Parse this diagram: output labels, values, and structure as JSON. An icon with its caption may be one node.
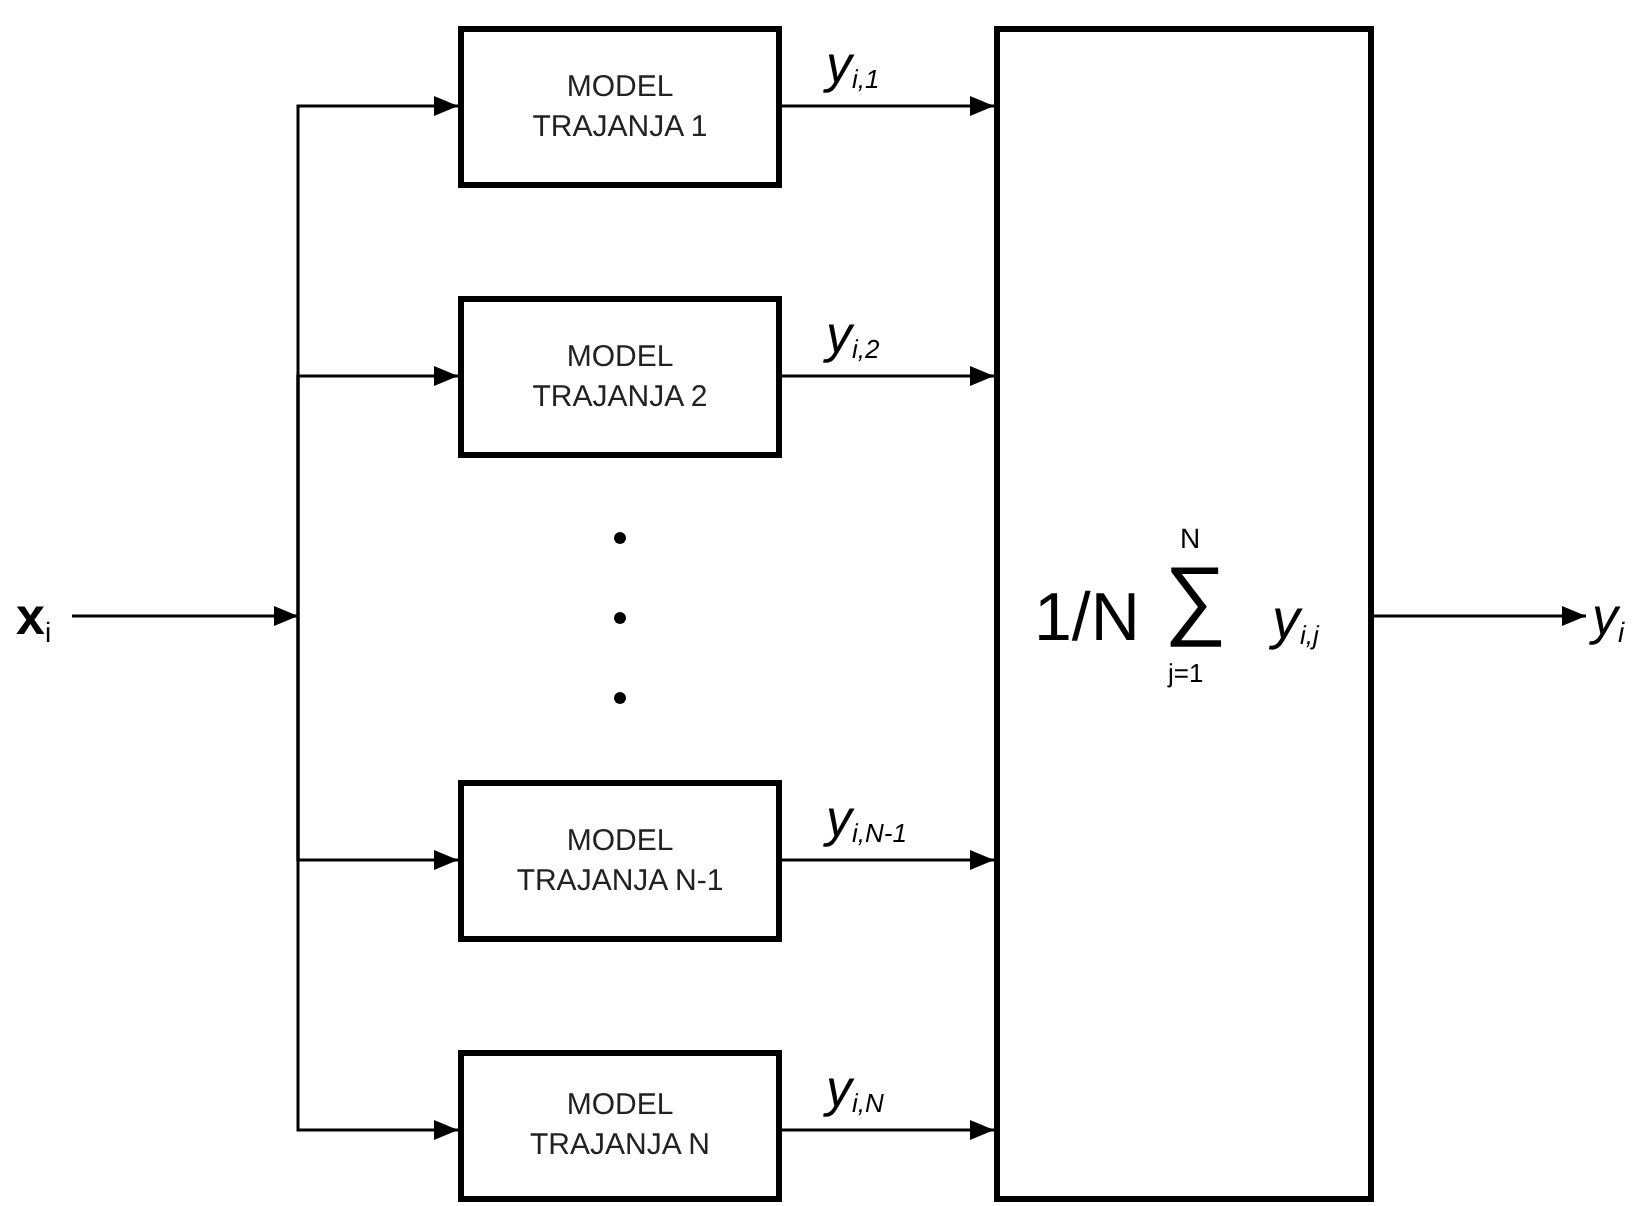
{
  "diagram": {
    "nodes": [
      {
        "text": [
          "**x**$_{i}$"
        ]
      },
      {
        "text": [
          "MODEL TRAJANJA 1"
        ]
      },
      {
        "text": [
          "MODEL TRAJANJA 2"
        ]
      },
      {
        "text": [
          "MODEL TRAJANJA N-1"
        ]
      },
      {
        "text": [
          "MODEL TRAJANJA N"
        ]
      },
      {
        "text": [
          "1/N",
          "N",
          "∑",
          "j=1",
          "y$_{i,j}$"
        ]
      },
      {
        "text": [
          "y$_{i}$"
        ]
      }
    ],
    "edges": [
      {
        "from": 0,
        "to": 1,
        "arrow": "to"
      },
      {
        "from": 0,
        "to": 2,
        "arrow": "to"
      },
      {
        "from": 0,
        "to": 3,
        "arrow": "to"
      },
      {
        "from": 0,
        "to": 4,
        "arrow": "to"
      },
      {
        "from": 1,
        "to": 5,
        "arrow": "to",
        "label": "y$_{i,1}$"
      },
      {
        "from": 2,
        "to": 5,
        "arrow": "to",
        "label": "y$_{i,2}$"
      },
      {
        "from": 3,
        "to": 5,
        "arrow": "to",
        "label": "y$_{i,N-1}$"
      },
      {
        "from": 4,
        "to": 5,
        "arrow": "to",
        "label": "y$_{i,N}$"
      },
      {
        "from": 5,
        "to": 6,
        "arrow": "to"
      }
    ]
  }
}
